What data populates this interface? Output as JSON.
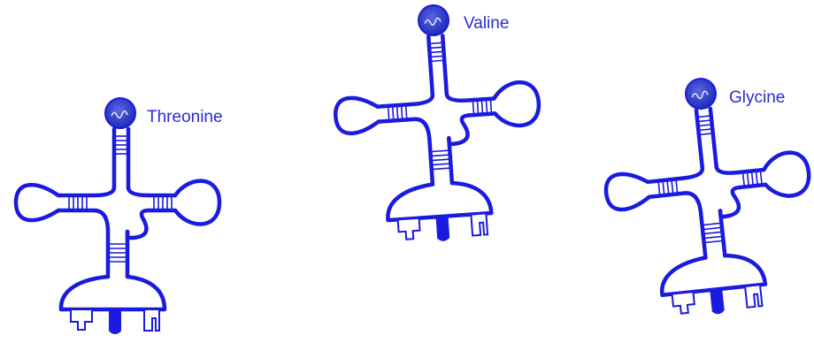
{
  "colors": {
    "stroke": "#1a1ae0",
    "label": "#2b2bd6",
    "ball": "#2f3fcf",
    "background": "#ffffff"
  },
  "icons": [
    "amino-acid-ball-icon"
  ],
  "molecules": [
    {
      "label": "Threonine"
    },
    {
      "label": "Valine"
    },
    {
      "label": "Glycine"
    }
  ]
}
